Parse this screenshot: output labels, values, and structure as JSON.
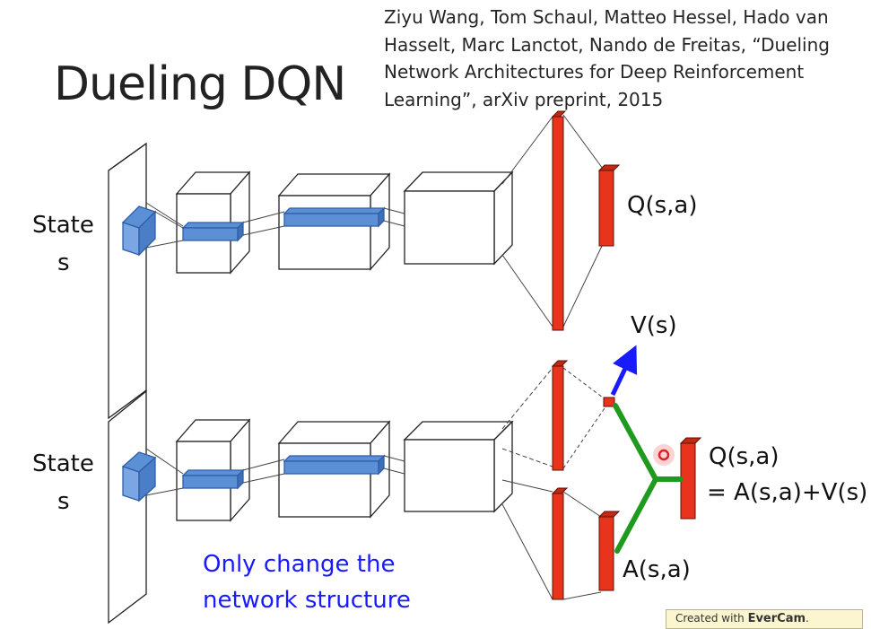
{
  "title": "Dueling DQN",
  "citation": [
    "Ziyu Wang, Tom Schaul, Matteo Hessel, Hado van",
    "Hasselt, Marc Lanctot, Nando de Freitas, “Dueling",
    "Network Architectures for Deep Reinforcement",
    "Learning”, arXiv preprint, 2015"
  ],
  "top_network": {
    "input_label_line1": "State",
    "input_label_line2": "s",
    "output_label": "Q(s,a)"
  },
  "bottom_network": {
    "input_label_line1": "State",
    "input_label_line2": "s",
    "value_label": "V(s)",
    "advantage_label": "A(s,a)",
    "output_label_line1": "Q(s,a)",
    "output_label_line2": "= A(s,a)+V(s)"
  },
  "note": [
    "Only change the",
    "network structure"
  ],
  "watermark": {
    "prefix": "Created with ",
    "brand": "EverCam",
    "suffix": "."
  },
  "colors": {
    "layer_red": "#e8341c",
    "arrow_blue": "#1a1aff",
    "combine_green": "#1f9a1f",
    "filter_blue": "#5b8fd6",
    "note_blue": "#1a1aff",
    "pointer_red": "#e02020"
  }
}
